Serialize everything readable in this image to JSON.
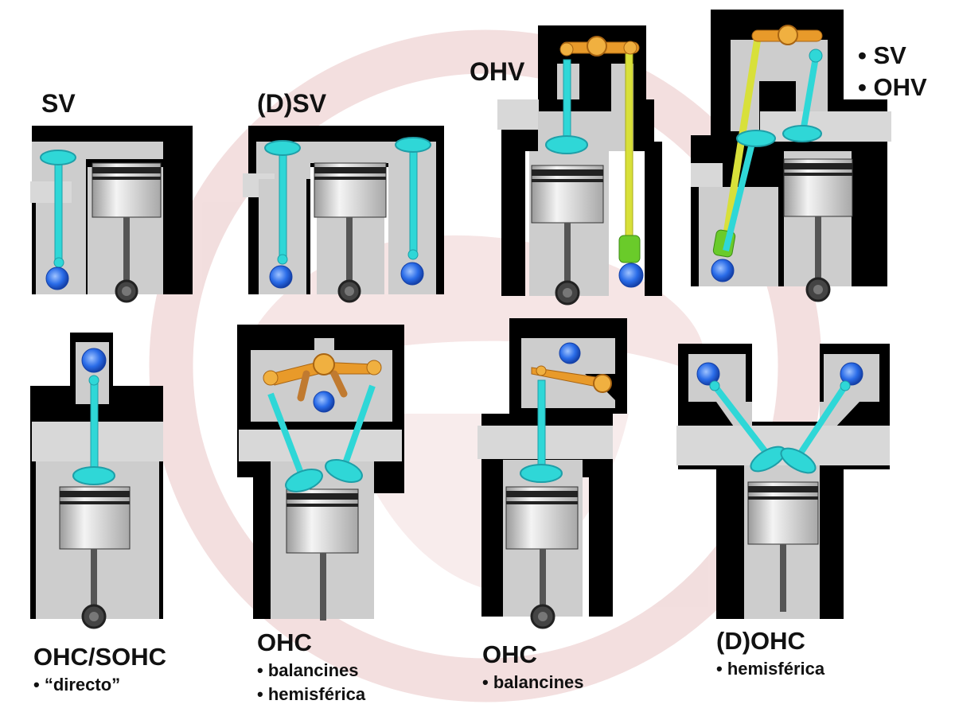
{
  "colors": {
    "background": "#ffffff",
    "watermark": "#f1dede",
    "block": "#000000",
    "head_gray": "#cdcdcd",
    "valve": "#2fd7d7",
    "valve_edge": "#1e9fa8",
    "piston": "#d9d9d9",
    "ring": "#222222",
    "rod": "#555555",
    "cam_blue": "#2a6ce8",
    "rocker": "#e89a2a",
    "pushrod": "#d8e03a",
    "tappet": "#6acb2a"
  },
  "panels": [
    {
      "id": "sv",
      "title": "SV",
      "bullets": []
    },
    {
      "id": "dsv",
      "title": "(D)SV",
      "bullets": []
    },
    {
      "id": "ohv",
      "title": "OHV",
      "bullets": []
    },
    {
      "id": "sv-ohv",
      "title": "",
      "bullets": [
        "• SV",
        "• OHV"
      ]
    },
    {
      "id": "ohc-sohc",
      "title": "OHC/SOHC",
      "bullets": [
        "• “directo”"
      ]
    },
    {
      "id": "ohc-rocker-hemi",
      "title": "OHC",
      "bullets": [
        "• balancines",
        "• hemisférica"
      ]
    },
    {
      "id": "ohc-rocker",
      "title": "OHC",
      "bullets": [
        "• balancines"
      ]
    },
    {
      "id": "dohc",
      "title": "(D)OHC",
      "bullets": [
        "• hemisférica"
      ]
    }
  ]
}
